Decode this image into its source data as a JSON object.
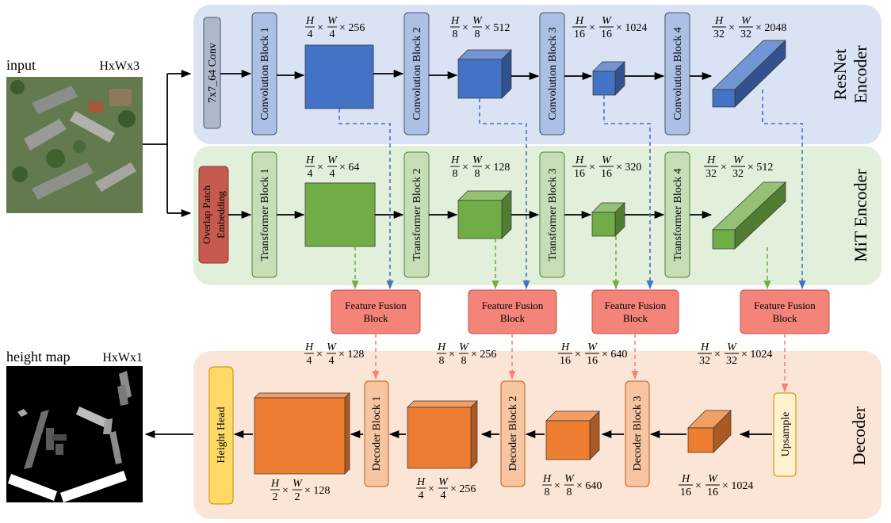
{
  "input": {
    "label": "input",
    "dims": "HxWx3"
  },
  "output": {
    "label": "height map",
    "dims": "HxWx1"
  },
  "encoders": {
    "resnet": {
      "title_line1": "ResNet",
      "title_line2": "Encoder",
      "stem": "7x7_64 Conv",
      "blocks": [
        "Convolution Block 1",
        "Convolution Block 2",
        "Convolution Block 3",
        "Convolution Block 4"
      ],
      "dims": [
        {
          "h": "H",
          "hd": "4",
          "w": "W",
          "wd": "4",
          "c": "× 256"
        },
        {
          "h": "H",
          "hd": "8",
          "w": "W",
          "wd": "8",
          "c": "× 512"
        },
        {
          "h": "H",
          "hd": "16",
          "w": "W",
          "wd": "16",
          "c": "× 1024"
        },
        {
          "h": "H",
          "hd": "32",
          "w": "W",
          "wd": "32",
          "c": "× 2048"
        }
      ]
    },
    "mit": {
      "title": "MiT Encoder",
      "stem_line1": "Overlap Patch",
      "stem_line2": "Embedding",
      "blocks": [
        "Transformer Block 1",
        "Transformer Block 2",
        "Transformer Block 3",
        "Transformer Block 4"
      ],
      "dims": [
        {
          "h": "H",
          "hd": "4",
          "w": "W",
          "wd": "4",
          "c": "× 64"
        },
        {
          "h": "H",
          "hd": "8",
          "w": "W",
          "wd": "8",
          "c": "× 128"
        },
        {
          "h": "H",
          "hd": "16",
          "w": "W",
          "wd": "16",
          "c": "× 320"
        },
        {
          "h": "H",
          "hd": "32",
          "w": "W",
          "wd": "32",
          "c": "× 512"
        }
      ]
    }
  },
  "fusion": {
    "line1": "Feature Fusion",
    "line2": "Block",
    "dims": [
      {
        "h": "H",
        "hd": "4",
        "w": "W",
        "wd": "4",
        "c": "× 128"
      },
      {
        "h": "H",
        "hd": "8",
        "w": "W",
        "wd": "8",
        "c": "× 256"
      },
      {
        "h": "H",
        "hd": "16",
        "w": "W",
        "wd": "16",
        "c": "× 640"
      },
      {
        "h": "H",
        "hd": "32",
        "w": "W",
        "wd": "32",
        "c": "× 1024"
      }
    ]
  },
  "decoder": {
    "title": "Decoder",
    "head": "Height Head",
    "upsample": "Upsample",
    "blocks": [
      "Decoder Block 1",
      "Decoder Block 2",
      "Decoder Block 3"
    ],
    "dims": [
      {
        "h": "H",
        "hd": "2",
        "w": "W",
        "wd": "2",
        "c": "× 128"
      },
      {
        "h": "H",
        "hd": "4",
        "w": "W",
        "wd": "4",
        "c": "× 256"
      },
      {
        "h": "H",
        "hd": "8",
        "w": "W",
        "wd": "8",
        "c": "× 640"
      },
      {
        "h": "H",
        "hd": "16",
        "w": "W",
        "wd": "16",
        "c": "× 1024"
      }
    ]
  },
  "colors": {
    "resnet_panel": "#dae3f3",
    "mit_panel": "#e2efda",
    "decoder_panel": "#fbe5d6",
    "blue": "#4472c4",
    "green": "#70ad47",
    "orange": "#ed7d31",
    "fusion": "#f4837a",
    "patch": "#c65a4f",
    "stem": "#adb9ca",
    "head": "#ffd966",
    "upsample": "#fff2cc"
  }
}
